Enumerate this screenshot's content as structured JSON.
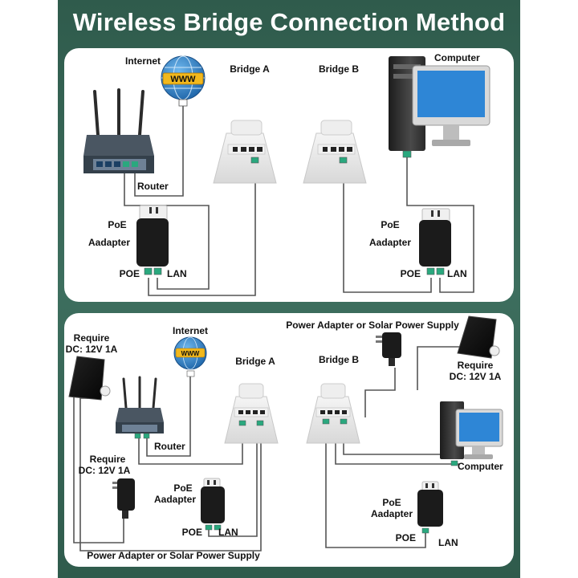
{
  "title": "Wireless Bridge Connection Method",
  "top": {
    "internet": "Internet",
    "www": "WWW",
    "bridge_a": "Bridge A",
    "bridge_b": "Bridge B",
    "computer": "Computer",
    "router": "Router",
    "poe_left_1": "PoE",
    "poe_left_2": "Aadapter",
    "poe_left_port": "POE",
    "lan_left_port": "LAN",
    "poe_right_1": "PoE",
    "poe_right_2": "Aadapter",
    "poe_right_port": "POE",
    "lan_right_port": "LAN"
  },
  "bottom": {
    "require_left_1": "Require",
    "require_left_2": "DC: 12V 1A",
    "internet": "Internet",
    "www": "WWW",
    "bridge_a": "Bridge A",
    "bridge_b": "Bridge B",
    "power_supply_top": "Power Adapter or Solar Power Supply",
    "require_right_1": "Require",
    "require_right_2": "DC: 12V 1A",
    "router": "Router",
    "require_mid_1": "Require",
    "require_mid_2": "DC: 12V 1A",
    "poe_mid_1": "PoE",
    "poe_mid_2": "Aadapter",
    "poe_mid_port": "POE",
    "lan_mid_port": "LAN",
    "computer": "Computer",
    "poe_right_1": "PoE",
    "poe_right_2": "Aadapter",
    "poe_right_port": "POE",
    "lan_right_port": "LAN",
    "power_supply_bottom": "Power Adapter or Solar Power Supply"
  },
  "colors": {
    "background": "#3d6e5e",
    "wire": "#555555",
    "globe": "#2d7fc0",
    "screen": "#2e86d6",
    "port": "#2aa87e"
  }
}
